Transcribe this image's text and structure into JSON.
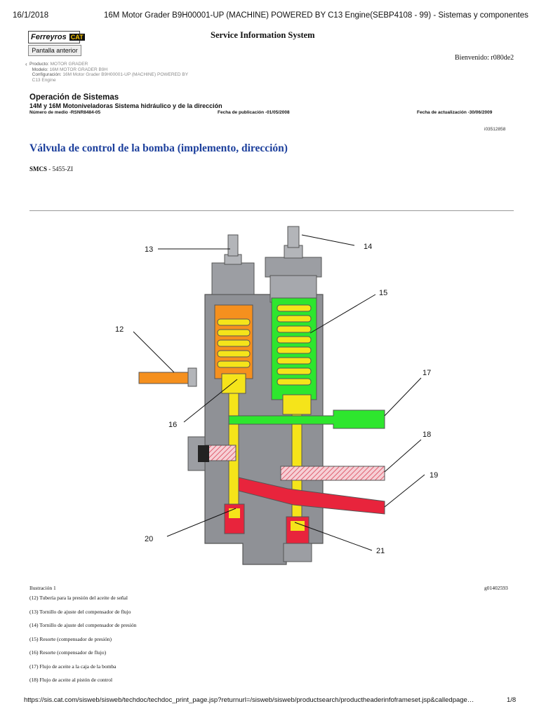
{
  "print_header": {
    "date": "16/1/2018",
    "title": "16M Motor Grader B9H00001-UP (MACHINE) POWERED BY C13 Engine(SEBP4108 - 99) - Sistemas y componentes"
  },
  "logo": {
    "brand": "Ferreyros",
    "cat": "CAT"
  },
  "back_button": "Pantalla anterior",
  "sis_title": "Service Information System",
  "welcome": "Bienvenido: r080de2",
  "product": {
    "producto_label": "Producto:",
    "producto_value": "MOTOR GRADER",
    "modelo_label": "Modelo:",
    "modelo_value": "16M MOTOR GRADER B9H",
    "config_label": "Configuración:",
    "config_value": "16M Motor Grader B9H00001-UP (MACHINE) POWERED BY",
    "config_value2": "C13 Engine"
  },
  "operation_title": "Operación de Sistemas",
  "operation_subtitle": "14M y 16M Motoniveladoras Sistema hidráulico y de la dirección",
  "meta": {
    "media": "Número de medio -RSNR8484-05",
    "pub_date": "Fecha de publicación -01/05/2008",
    "update_date": "Fecha de actualización -30/06/2009"
  },
  "doc_id": "i03512858",
  "main_title": "Válvula de control de la bomba (implemento, dirección)",
  "smcs_label": "SMCS",
  "smcs_value": " - 5455-ZI",
  "diagram_callouts": [
    "12",
    "13",
    "14",
    "15",
    "16",
    "17",
    "18",
    "19",
    "20",
    "21"
  ],
  "illustration": {
    "caption": "Ilustración 1",
    "graphic_id": "g01402593"
  },
  "legend": [
    "(12) Tubería para la presión del aceite de señal",
    "(13) Tornillo de ajuste del compensador de flujo",
    "(14) Tornillo de ajuste del compensador de presión",
    "(15) Resorte (compensador de presión)",
    "(16) Resorte (compensador de flujo)",
    "(17) Flujo de aceite a la caja de la bomba",
    "(18) Flujo de aceite al pistón de control"
  ],
  "footer": {
    "url": "https://sis.cat.com/sisweb/sisweb/techdoc/techdoc_print_page.jsp?returnurl=/sisweb/sisweb/productsearch/productheaderinfoframeset.jsp&calledpage…",
    "page": "1/8"
  },
  "colors": {
    "title_blue": "#1c3f9c",
    "housing_gray": "#8f9196",
    "orange": "#f5901e",
    "yellow": "#f5e41a",
    "green": "#2ee62e",
    "red": "#e8243c",
    "hatch_red": "#e06070"
  }
}
